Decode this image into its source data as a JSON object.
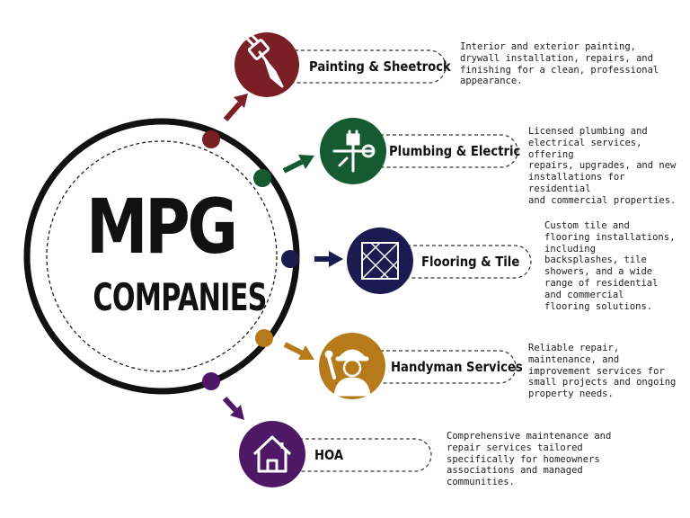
{
  "brand": {
    "main": "MPG",
    "sub": "COMPANIES"
  },
  "colors": {
    "painting": "#7b1f26",
    "plumbing": "#155a30",
    "flooring": "#1b1b52",
    "handyman": "#b77a1a",
    "hoa": "#4f1866",
    "ring": "#111111"
  },
  "services": [
    {
      "key": "painting",
      "label": "Painting & Sheetrock",
      "icon": "paintbrush-icon",
      "description": [
        "Interior and exterior painting,",
        "drywall installation, repairs, and",
        "finishing for a clean, professional",
        "appearance."
      ]
    },
    {
      "key": "plumbing",
      "label": "Plumbing & Electric",
      "icon": "wrench-plug-icon",
      "description": [
        "Licensed plumbing and",
        "electrical services, offering",
        "repairs, upgrades, and new",
        "installations for residential",
        "and commercial properties."
      ]
    },
    {
      "key": "flooring",
      "label": "Flooring & Tile",
      "icon": "tile-pattern-icon",
      "description": [
        "Custom tile and",
        "flooring installations,",
        "including",
        "backsplashes, tile",
        "showers, and a wide",
        "range of residential",
        "and commercial",
        "flooring solutions."
      ]
    },
    {
      "key": "handyman",
      "label": "Handyman Services",
      "icon": "handyman-worker-icon",
      "description": [
        "Reliable repair,",
        "maintenance, and",
        "improvement services for",
        "small projects and ongoing",
        "property needs."
      ]
    },
    {
      "key": "hoa",
      "label": "HOA",
      "icon": "house-icon",
      "description": [
        "Comprehensive maintenance and",
        "repair services tailored",
        "specifically for homeowners",
        "associations and managed",
        "communities."
      ]
    }
  ]
}
